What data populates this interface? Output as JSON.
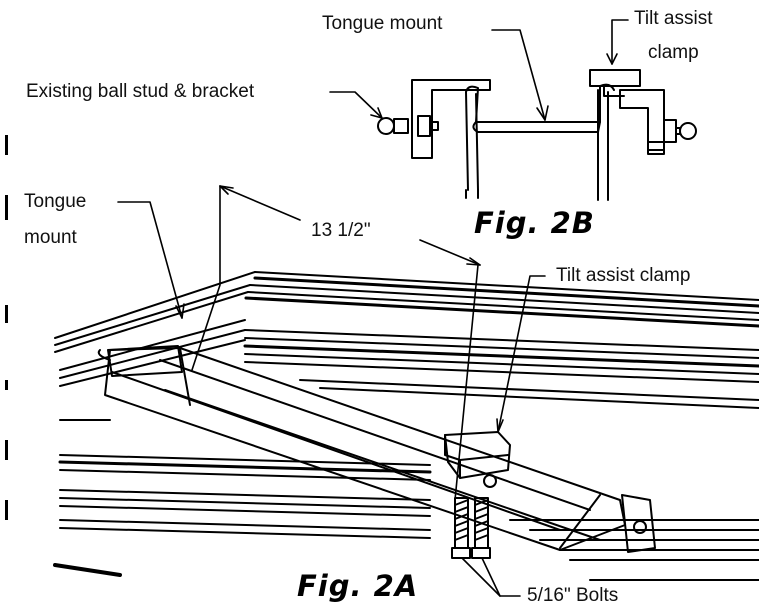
{
  "labels": {
    "tongue_mount_top": "Tongue mount",
    "tilt_assist_clamp_top_line1": "Tilt assist",
    "tilt_assist_clamp_top_line2": "clamp",
    "existing_ball_stud": "Existing ball stud & bracket",
    "tongue_mount_left_line1": "Tongue",
    "tongue_mount_left_line2": "mount",
    "measurement": "13 1/2\"",
    "tilt_assist_clamp_right": "Tilt assist clamp",
    "bolts": "5/16\" Bolts"
  },
  "figures": {
    "fig_2b": "Fig. 2B",
    "fig_2a": "Fig. 2A"
  },
  "colors": {
    "ink": "#000000",
    "paper": "#ffffff"
  }
}
